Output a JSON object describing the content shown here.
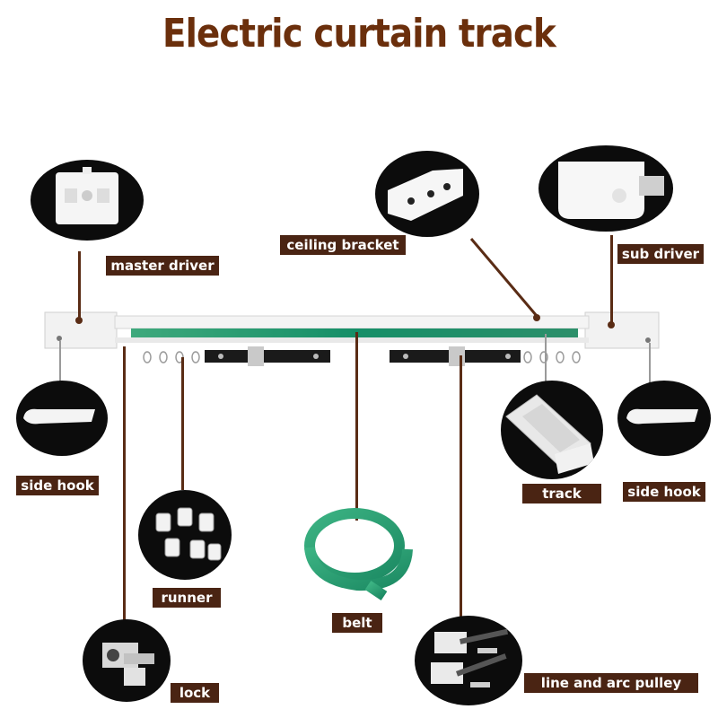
{
  "title": "Electric curtain track",
  "colors": {
    "title": "#6b2f0c",
    "label_bg": "#4a2413",
    "track_green": "#1e8f6a",
    "belt_green": "#2fa47a"
  },
  "labels": {
    "master_driver": "master driver",
    "ceiling_bracket": "ceiling bracket",
    "sub_driver": "sub driver",
    "side_hook_left": "side hook",
    "side_hook_right": "side hook",
    "track": "track",
    "runner": "runner",
    "belt": "belt",
    "lock": "lock",
    "line_and_arc_pulley": "line and arc pulley"
  }
}
